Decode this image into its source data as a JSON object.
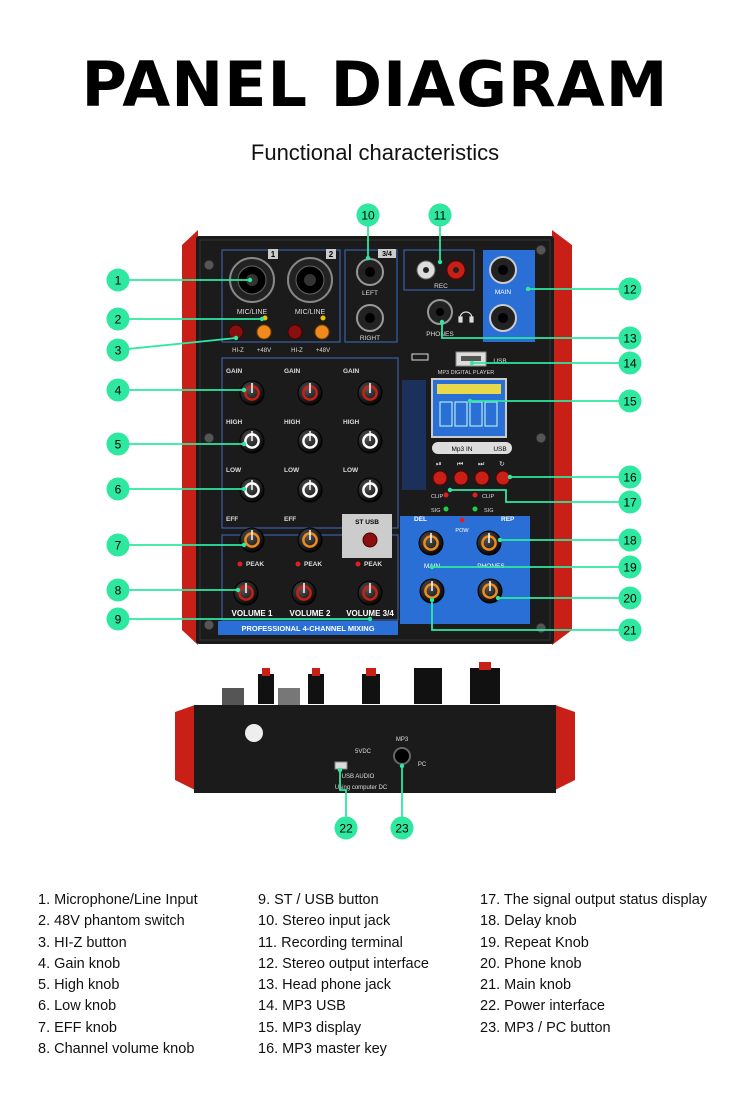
{
  "title": "PANEL DIAGRAM",
  "subtitle": "Functional characteristics",
  "panel": {
    "channel_nums": [
      "1",
      "2",
      "3/4"
    ],
    "mic_line": "MIC/LINE",
    "hiz": "HI-Z",
    "phantom": "+48V",
    "gain": "GAIN",
    "high": "HIGH",
    "low": "LOW",
    "eff": "EFF",
    "peak": "PEAK",
    "volume1": "VOLUME 1",
    "volume2": "VOLUME 2",
    "volume34": "VOLUME 3/4",
    "left": "LEFT",
    "right": "RIGHT",
    "rec": "REC",
    "main": "MAIN",
    "phones": "PHONES",
    "usb": "USB",
    "mp3_player": "MP3 DIGITAL PLAYER",
    "mp3_in": "Mp3 IN",
    "st_usb": "ST USB",
    "clip": "CLIP",
    "sig": "SIG",
    "del": "DEL",
    "rep": "REP",
    "pow": "POW",
    "footer": "PROFESSIONAL 4-CHANNEL MIXING",
    "back_5vdc": "5VDC",
    "back_usb_audio": "USB AUDIO",
    "back_computer": "Using computer DC",
    "back_mp3": "MP3",
    "back_pc": "PC"
  },
  "callouts": [
    "1",
    "2",
    "3",
    "4",
    "5",
    "6",
    "7",
    "8",
    "9",
    "10",
    "11",
    "12",
    "13",
    "14",
    "15",
    "16",
    "17",
    "18",
    "19",
    "20",
    "21",
    "22",
    "23"
  ],
  "legend": {
    "col1": [
      "1. Microphone/Line Input",
      "2. 48V phantom switch",
      "3. HI-Z button",
      "4. Gain knob",
      "5. High knob",
      "6. Low knob",
      "7. EFF knob",
      "8. Channel volume knob"
    ],
    "col2": [
      "9. ST / USB button",
      "10. Stereo input jack",
      "11. Recording terminal",
      "12. Stereo output interface",
      "13. Head phone jack",
      "14. MP3 USB",
      "15. MP3 display",
      "16. MP3 master key"
    ],
    "col3": [
      "17. The signal output status display",
      "18. Delay knob",
      "19. Repeat Knob",
      "20. Phone knob",
      "21. Main knob",
      "22. Power interface",
      "23. MP3 / PC button"
    ]
  },
  "colors": {
    "callout": "#2ee8a0",
    "panel": "#1a1a1a",
    "red": "#d9261c",
    "blue": "#2a6fd6",
    "orange": "#f08a1c"
  }
}
